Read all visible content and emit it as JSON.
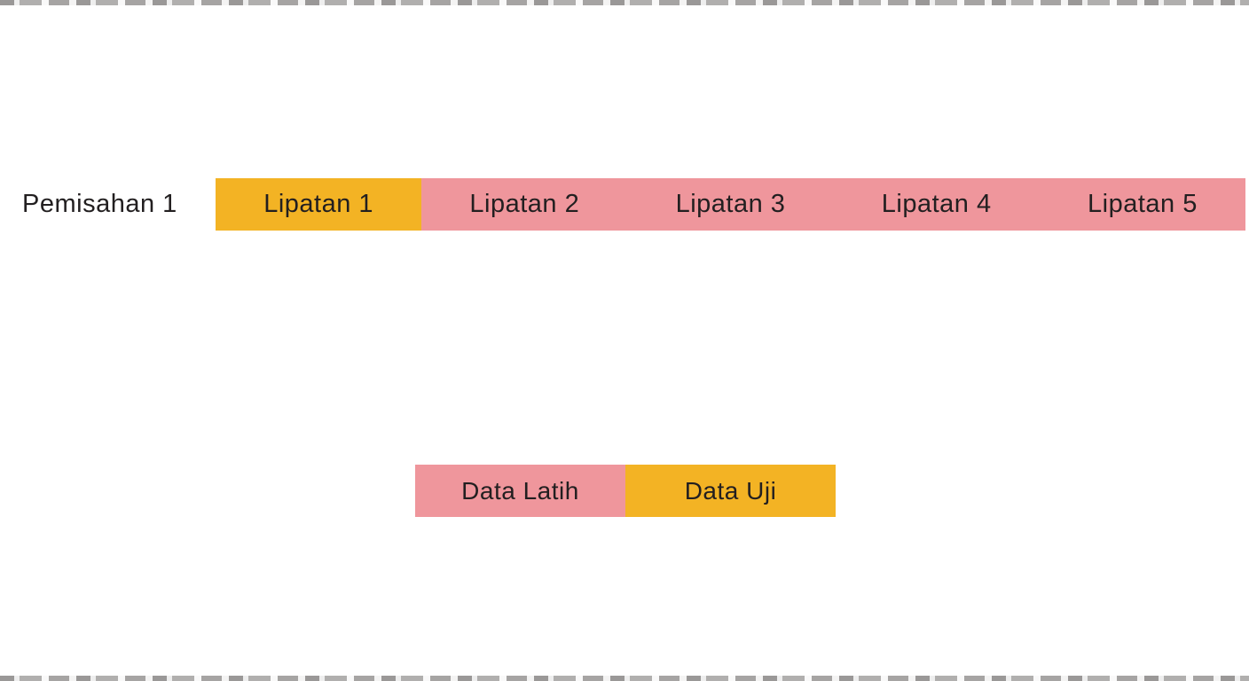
{
  "figure": {
    "split_label": "Pemisahan 1",
    "folds": [
      {
        "label": "Lipatan 1",
        "role": "test"
      },
      {
        "label": "Lipatan 2",
        "role": "train"
      },
      {
        "label": "Lipatan 3",
        "role": "train"
      },
      {
        "label": "Lipatan 4",
        "role": "train"
      },
      {
        "label": "Lipatan 5",
        "role": "train"
      }
    ],
    "legend": [
      {
        "label": "Data Latih",
        "role": "train"
      },
      {
        "label": "Data Uji",
        "role": "test"
      }
    ],
    "colors": {
      "train": "#EF969C",
      "test": "#F3B324",
      "text": "#221F20",
      "background": "#FFFFFF"
    }
  }
}
